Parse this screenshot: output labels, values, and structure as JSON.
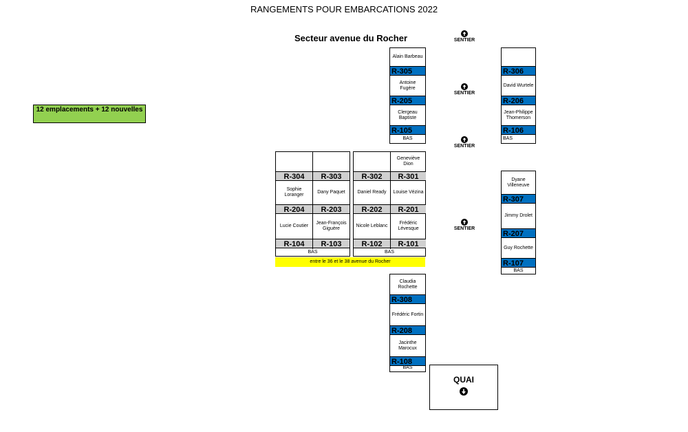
{
  "title": "RANGEMENTS POUR EMBARCATIONS 2022",
  "sector": "Secteur avenue du Rocher",
  "summary": "12 emplacements + 12 nouvelles",
  "bas": "BAS",
  "sentier": "SENTIER",
  "between_note": "entre le 36 et le 38 avenue du Rocher",
  "quai": "QUAI",
  "colors": {
    "blue": "#0070c0",
    "grey": "#d0d0d0",
    "green": "#92d050",
    "yellow": "#ffff00"
  },
  "col_a": [
    "Alain Barbeau",
    "R-305",
    "Antoine Fugère",
    "R-205",
    "Clergeau Baptiste",
    "R-105"
  ],
  "col_b": [
    "",
    "R-306",
    "David Wurtele",
    "R-206",
    "Jean-Philippe Thomerson",
    "R-106"
  ],
  "col_c": [
    "Dyane Villeneuve",
    "R-307",
    "Jimmy Drolet",
    "R-207",
    "Guy Rochette",
    "R-107"
  ],
  "col_d": [
    "Claudia Rochette",
    "R-308",
    "Frédéric Fortin",
    "R-208",
    "Jacinthe Marocux",
    "R-108"
  ],
  "grid_left": [
    [
      "",
      "R-304",
      "Sophie Loranger",
      "R-204",
      "Lucie Coutier",
      "R-104"
    ],
    [
      "",
      "R-303",
      "Dany Paquet",
      "R-203",
      "Jean-François Giguère",
      "R-103"
    ]
  ],
  "grid_right": [
    [
      "",
      "R-302",
      "Daniel Ready",
      "R-202",
      "Nicole Leblanc",
      "R-102"
    ],
    [
      "Geneviève Dion",
      "R-301",
      "Louise Vézina",
      "R-201",
      "Frédéric Lévesque",
      "R-101"
    ]
  ],
  "icons": [
    "arrow-up-icon",
    "arrow-down-icon"
  ]
}
